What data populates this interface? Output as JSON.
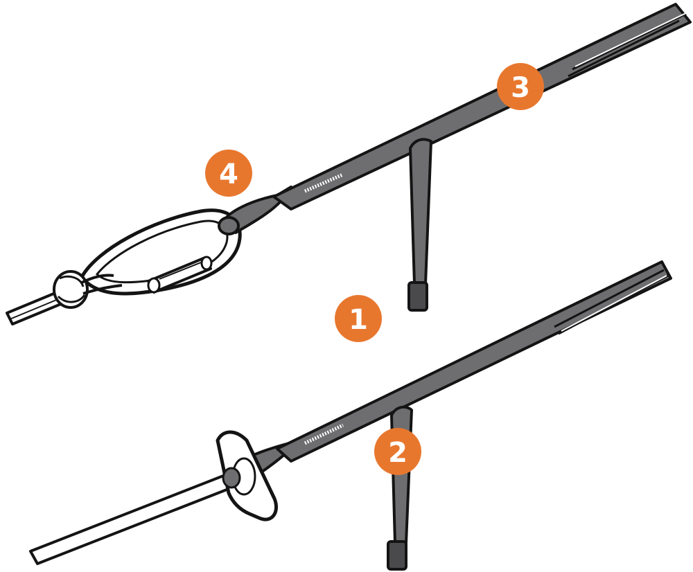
{
  "colors": {
    "webbing": "#6e6e70",
    "webbing_dark": "#4a4a4c",
    "outline": "#141414",
    "callout": "#e8772e",
    "callout_text": "#ffffff",
    "stitching": "#ffffff"
  },
  "icons": {
    "top_assembly": "carabiner-icon",
    "bottom_assembly": "toggle-icon"
  },
  "callouts": [
    {
      "number": "1"
    },
    {
      "number": "2"
    },
    {
      "number": "3"
    },
    {
      "number": "4"
    }
  ]
}
